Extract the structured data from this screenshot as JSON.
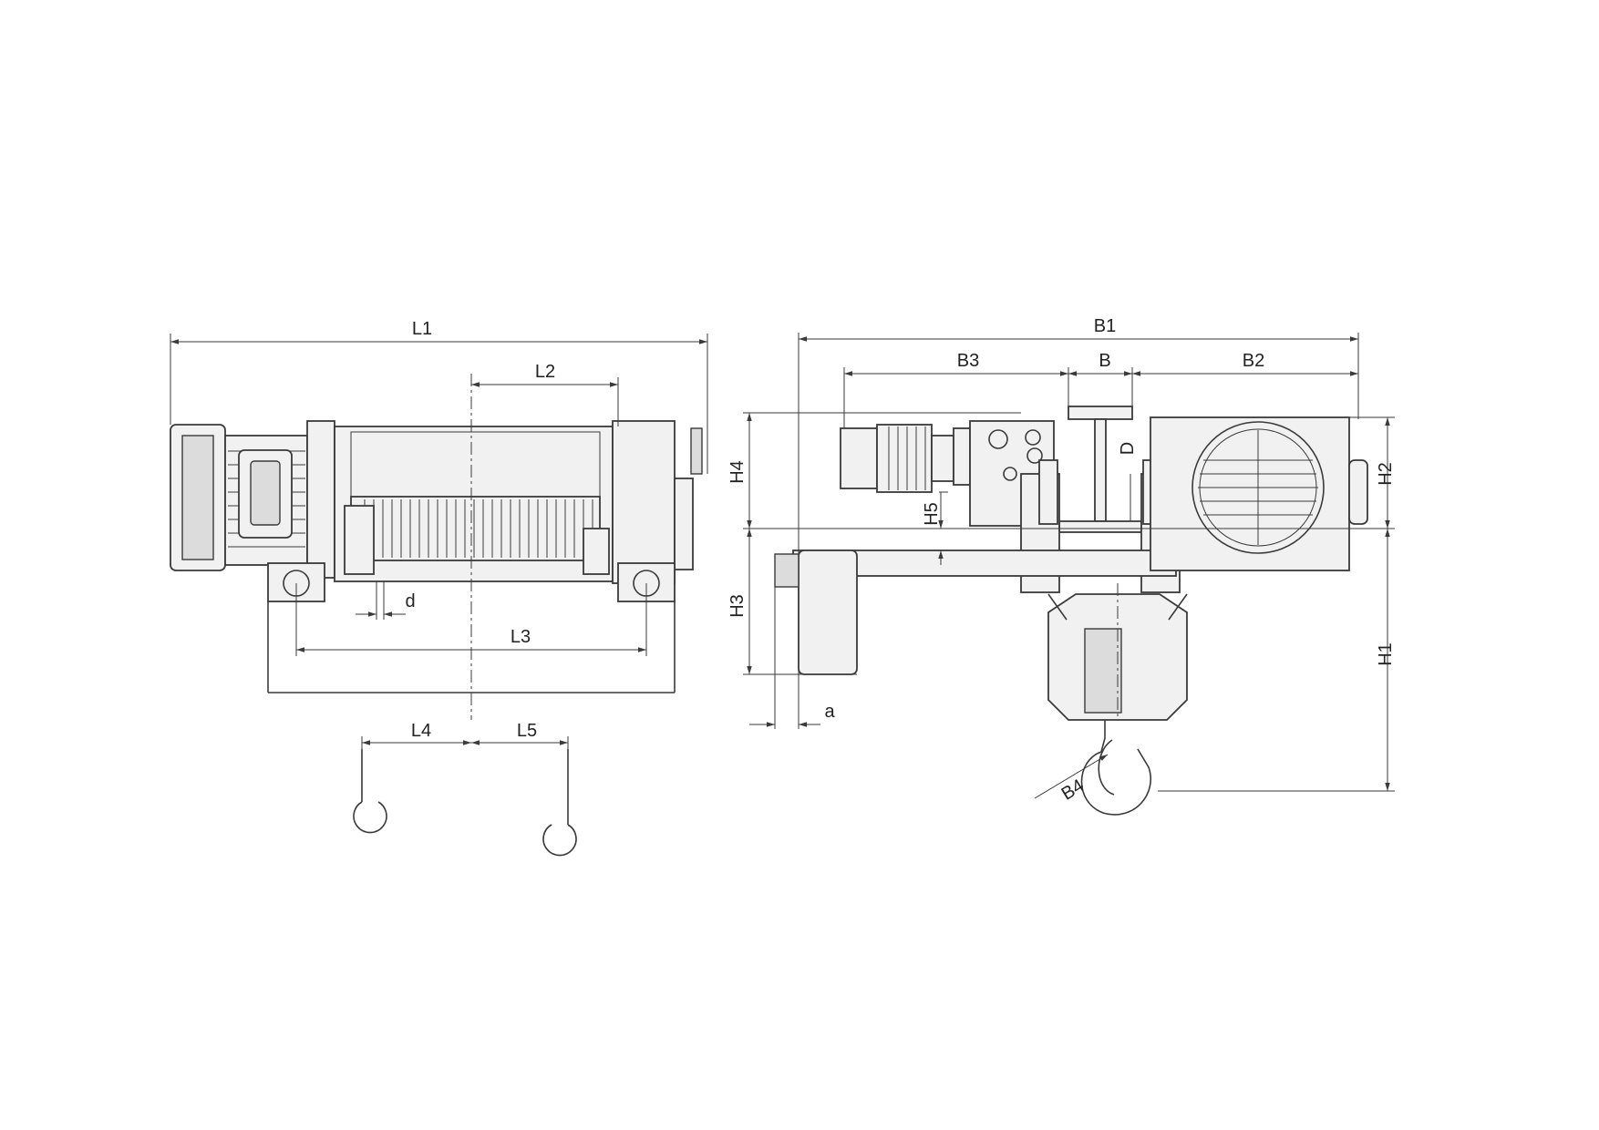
{
  "colors": {
    "line": "#3a3a3a",
    "fill": "#f1f1f1",
    "text": "#222222"
  },
  "dimensions": {
    "L1": "L1",
    "L2": "L2",
    "L3": "L3",
    "L4": "L4",
    "L5": "L5",
    "d": "d",
    "B1": "B1",
    "B": "B",
    "B2": "B2",
    "B3": "B3",
    "B4": "B4",
    "D": "D",
    "H1": "H1",
    "H2": "H2",
    "H3": "H3",
    "H4": "H4",
    "H5": "H5",
    "a": "a"
  }
}
